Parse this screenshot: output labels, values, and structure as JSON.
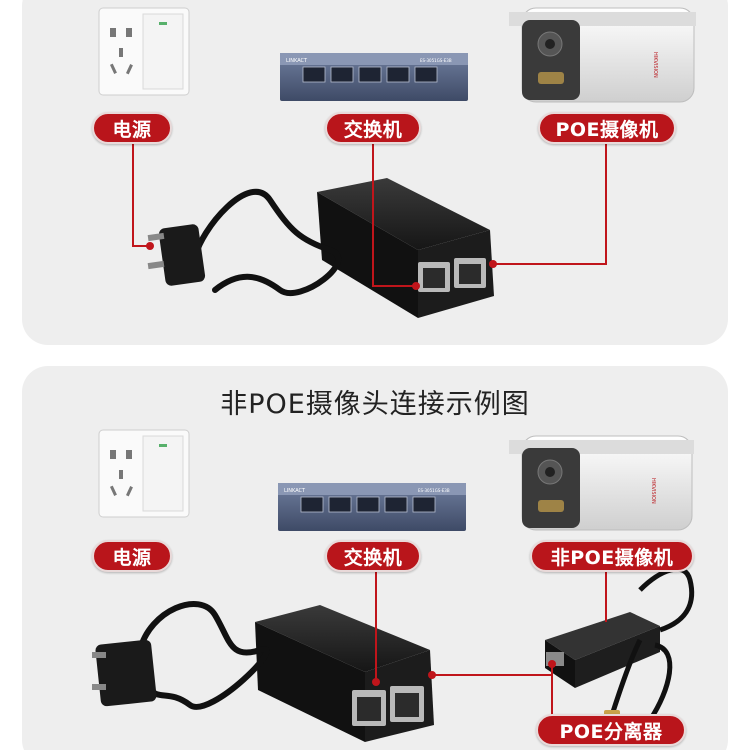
{
  "top_diagram": {
    "labels": {
      "power": "电源",
      "switch": "交换机",
      "camera": "POE摄像机"
    },
    "switch_brand": "LINKACT",
    "switch_model": "ES-3051GS-E3B",
    "camera_brand": "HIKVISION"
  },
  "bottom_diagram": {
    "title": "非POE摄像头连接示例图",
    "labels": {
      "power": "电源",
      "switch": "交换机",
      "camera": "非POE摄像机",
      "splitter": "POE分离器"
    },
    "switch_brand": "LINKACT",
    "switch_model": "ES-3051GS-E3B",
    "camera_brand": "HIKVISION"
  },
  "colors": {
    "accent": "#b9151b",
    "connector_line": "#c0151b",
    "panel_bg": "#eeeeee"
  }
}
